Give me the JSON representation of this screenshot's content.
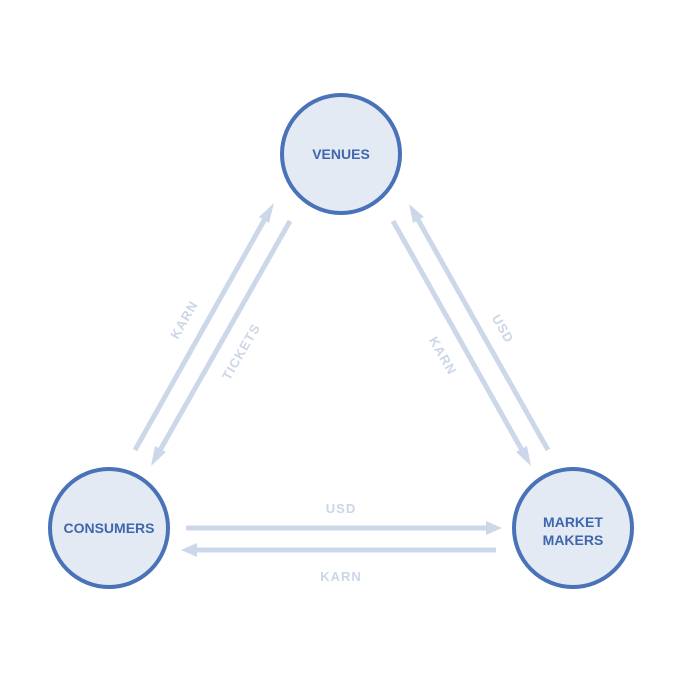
{
  "diagram": {
    "nodes": {
      "venues": {
        "label": "VENUES"
      },
      "consumers": {
        "label": "CONSUMERS"
      },
      "market_makers": {
        "label_line1": "MARKET",
        "label_line2": "MAKERS"
      }
    },
    "flows": {
      "consumers_to_venues": "KARN",
      "venues_to_consumers": "TICKETS",
      "venues_to_market_makers": "KARN",
      "market_makers_to_venues": "USD",
      "consumers_to_market_makers": "USD",
      "market_makers_to_consumers": "KARN"
    },
    "colors": {
      "node_fill": "#e4eaf4",
      "node_stroke": "#4a72b8",
      "node_text": "#3f67ad",
      "arrow": "#ccd8ea",
      "edge_text": "#cbd6e6"
    }
  }
}
